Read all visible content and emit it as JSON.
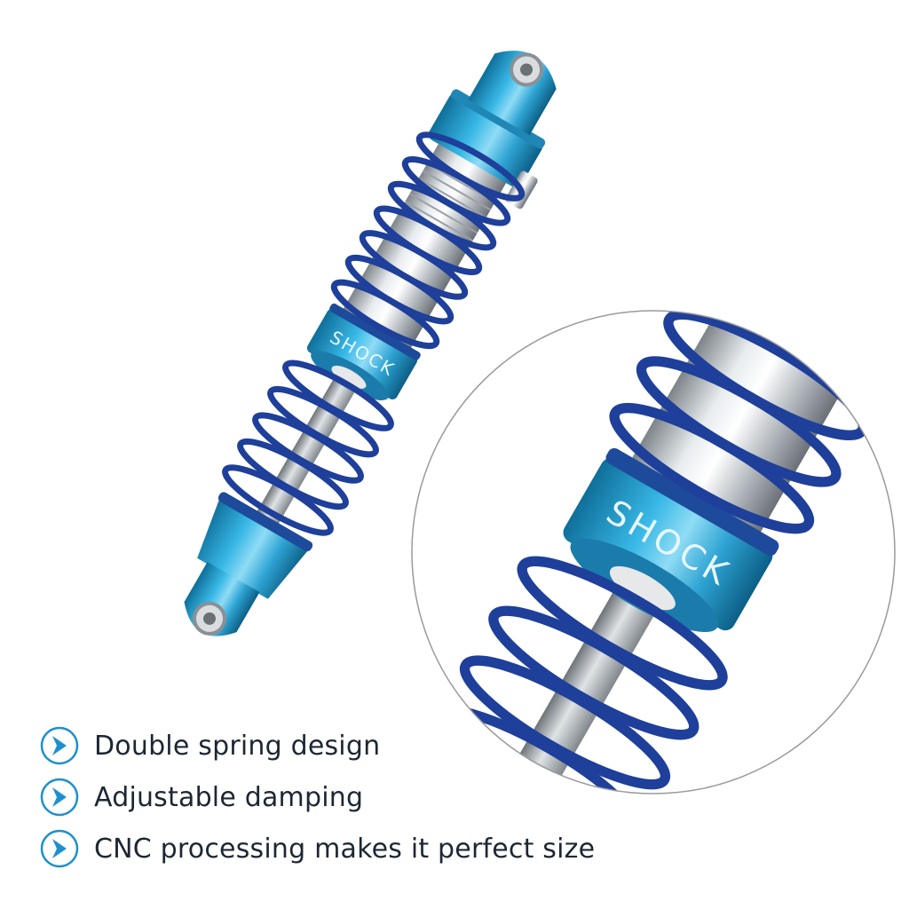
{
  "product": {
    "part_label": "SHOCK",
    "body_color": "#2fa6d6",
    "spring_color": "#1e3f9a",
    "shaft_color": "#c7cbd0"
  },
  "features": [
    {
      "icon": "chevron-right-icon",
      "text": "Double spring design"
    },
    {
      "icon": "chevron-right-icon",
      "text": "Adjustable damping"
    },
    {
      "icon": "chevron-right-icon",
      "text": "CNC processing makes it perfect size"
    }
  ],
  "accent_color": "#1e8fcf"
}
